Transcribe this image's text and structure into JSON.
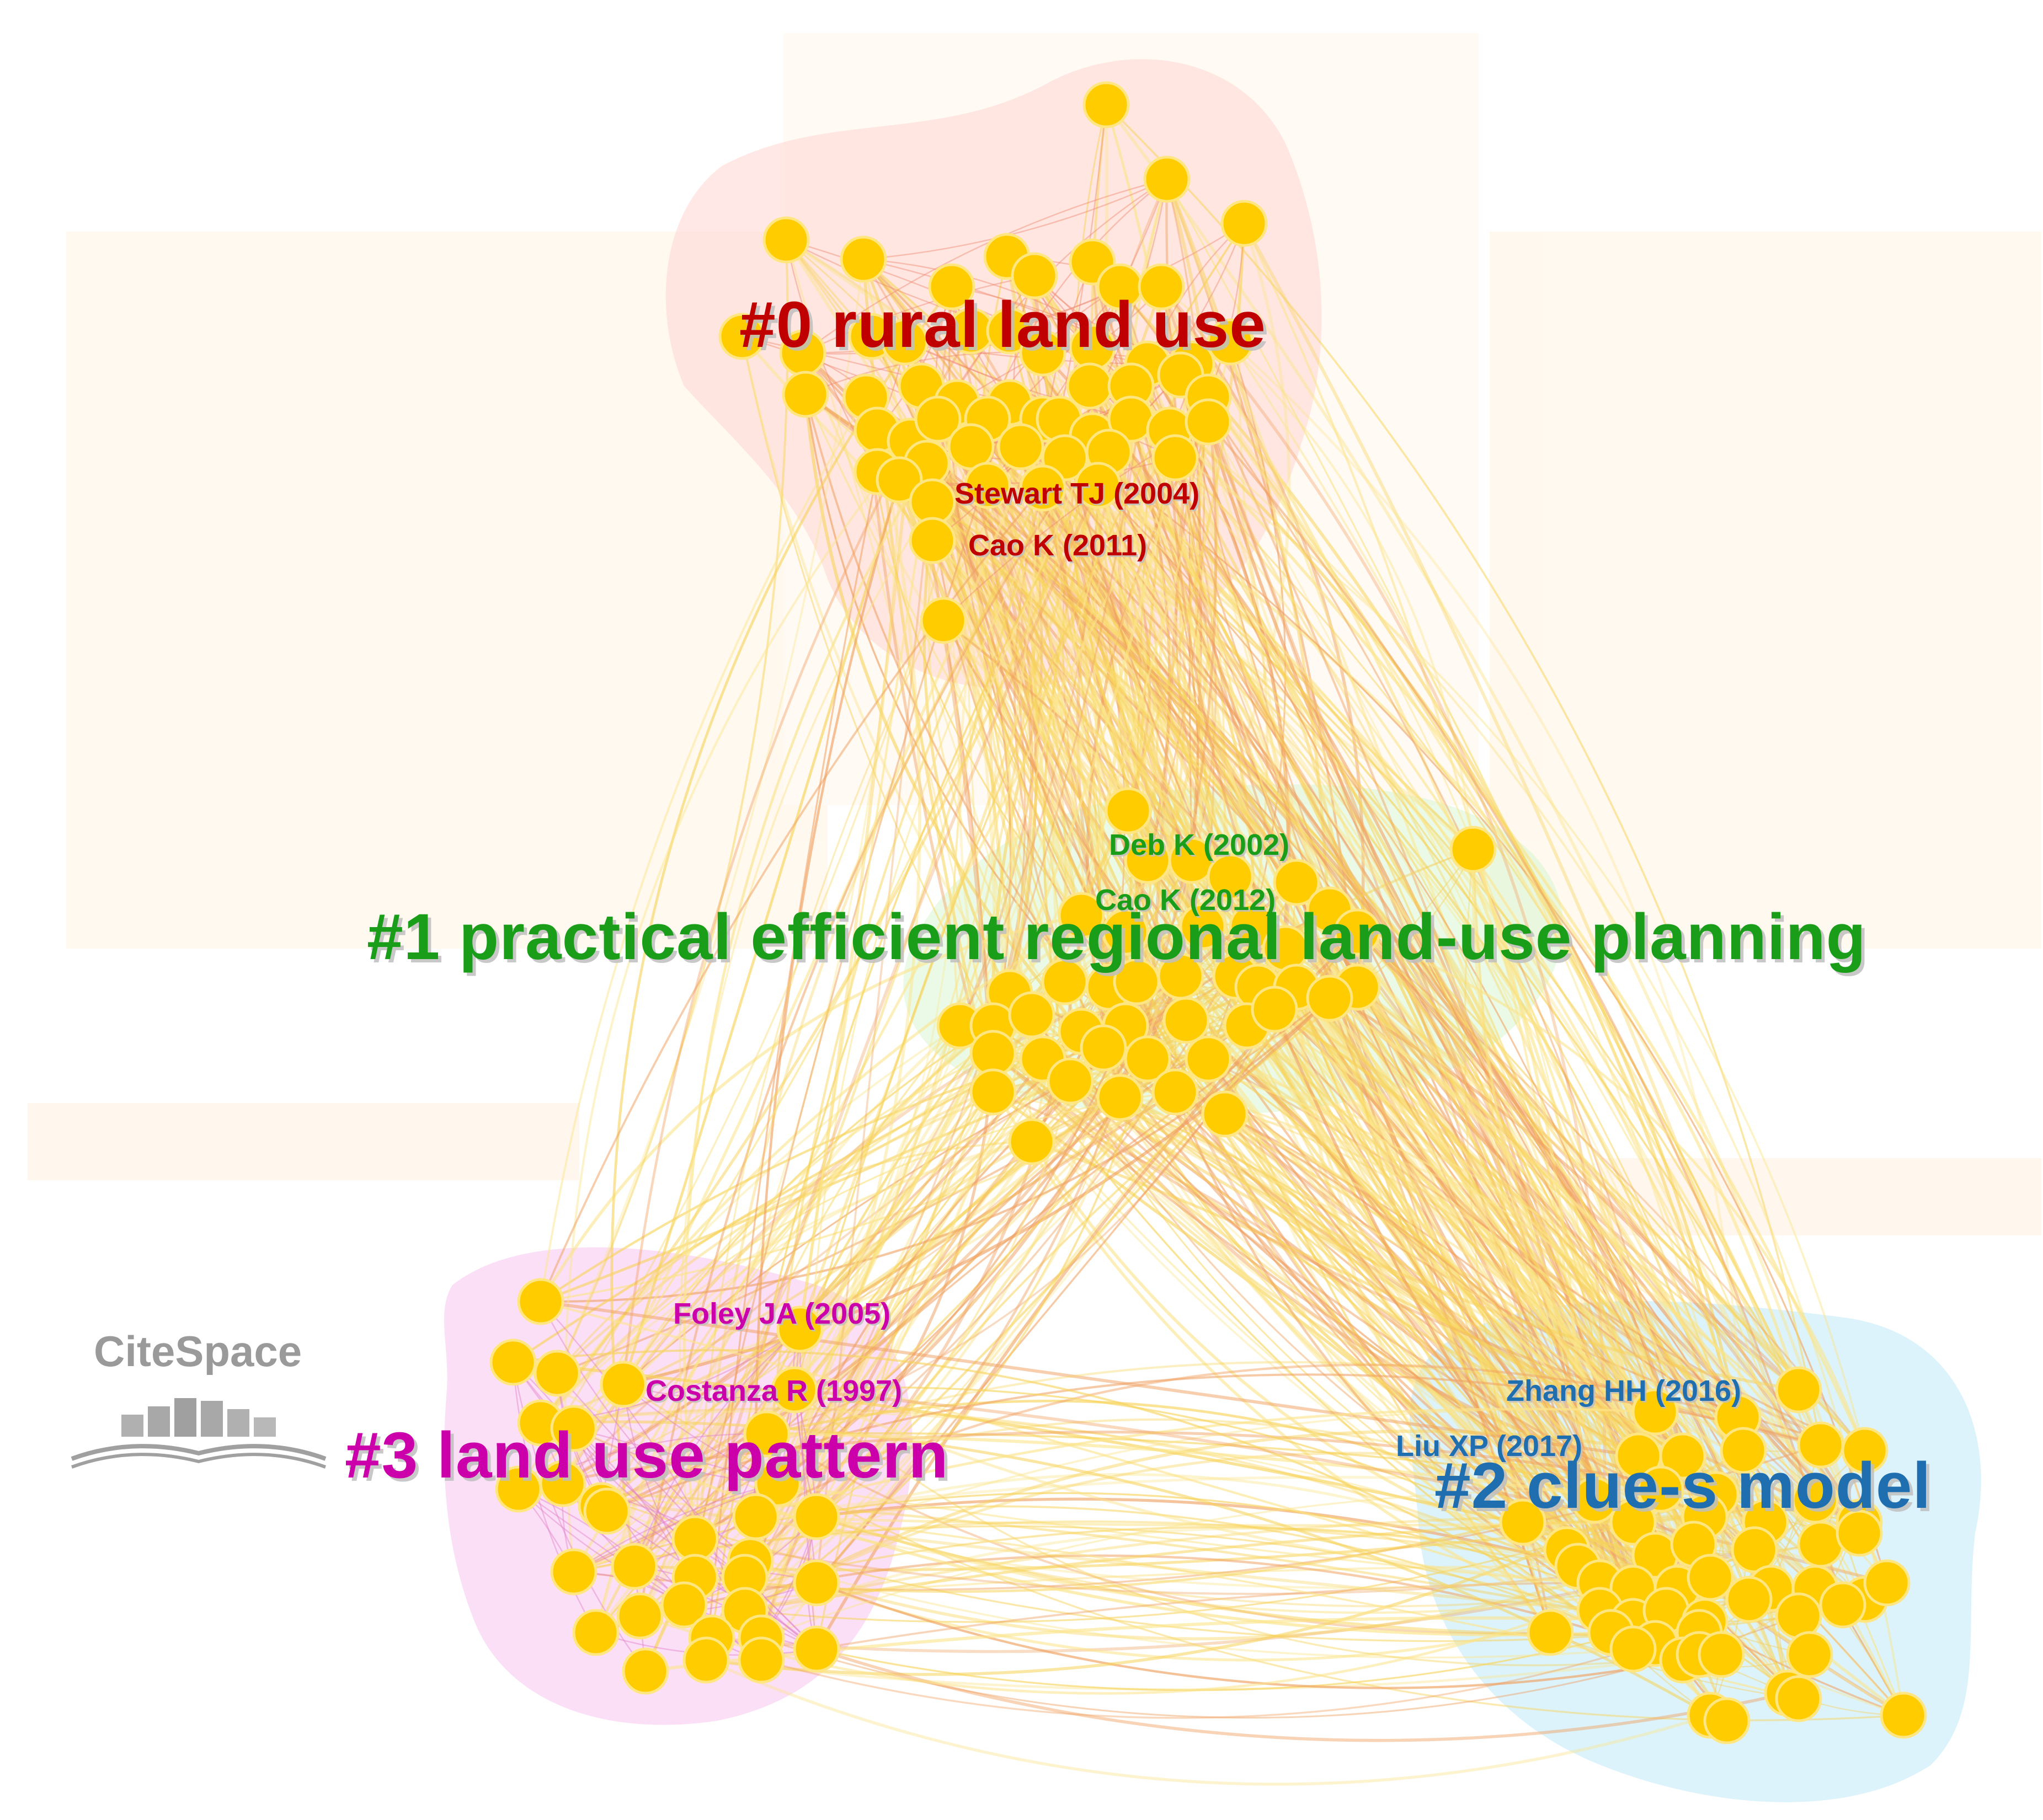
{
  "brand": {
    "name": "CiteSpace"
  },
  "colors": {
    "node": "#ffcc00",
    "node_stroke": "#ffe680",
    "cluster_0": "#c00000",
    "cluster_1": "#1a9e1a",
    "cluster_2": "#1f6fb0",
    "cluster_3": "#cc00aa",
    "link": "#f5c542"
  },
  "clusters": [
    {
      "id": "#0",
      "label": "#0 rural land use",
      "color": "#c00000"
    },
    {
      "id": "#1",
      "label": "#1 practical efficient regional land-use planning",
      "color": "#1a9e1a"
    },
    {
      "id": "#2",
      "label": "#2 clue-s model",
      "color": "#1f6fb0"
    },
    {
      "id": "#3",
      "label": "#3 land use pattern",
      "color": "#cc00aa"
    }
  ],
  "references": [
    {
      "label": "Stewart TJ (2004)",
      "cluster": "#0"
    },
    {
      "label": "Cao K (2011)",
      "cluster": "#0"
    },
    {
      "label": "Deb K (2002)",
      "cluster": "#1"
    },
    {
      "label": "Cao K (2012)",
      "cluster": "#1"
    },
    {
      "label": "Zhang HH (2016)",
      "cluster": "#2"
    },
    {
      "label": "Liu XP (2017)",
      "cluster": "#2"
    },
    {
      "label": "Foley JA (2005)",
      "cluster": "#3"
    },
    {
      "label": "Costanza R (1997)",
      "cluster": "#3"
    }
  ]
}
